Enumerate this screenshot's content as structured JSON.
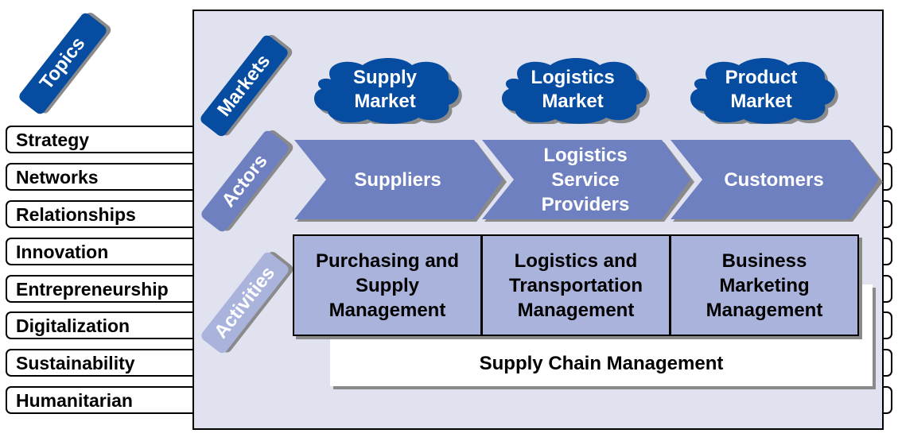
{
  "topics_header": "Topics",
  "topics": [
    "Strategy",
    "Networks",
    "Relationships",
    "Innovation",
    "Entrepreneurship",
    "Digitalization",
    "Sustainability",
    "Humanitarian"
  ],
  "rows": {
    "markets": "Markets",
    "actors": "Actors",
    "activities": "Activities"
  },
  "markets": [
    {
      "line1": "Supply",
      "line2": "Market"
    },
    {
      "line1": "Logistics",
      "line2": "Market"
    },
    {
      "line1": "Product",
      "line2": "Market"
    }
  ],
  "actors": [
    {
      "label": "Suppliers"
    },
    {
      "label": "Logistics\nService\nProviders"
    },
    {
      "label": "Customers"
    }
  ],
  "activities": [
    {
      "label": "Purchasing and\nSupply\nManagement"
    },
    {
      "label": "Logistics and\nTransportation\nManagement"
    },
    {
      "label": "Business\nMarketing\nManagement"
    }
  ],
  "umbrella": "Supply Chain Management",
  "colors": {
    "dark_blue": "#064ca0",
    "mid_blue": "#6e80c0",
    "light_blue": "#aab3dc",
    "panel_bg": "#e0e2f0"
  }
}
